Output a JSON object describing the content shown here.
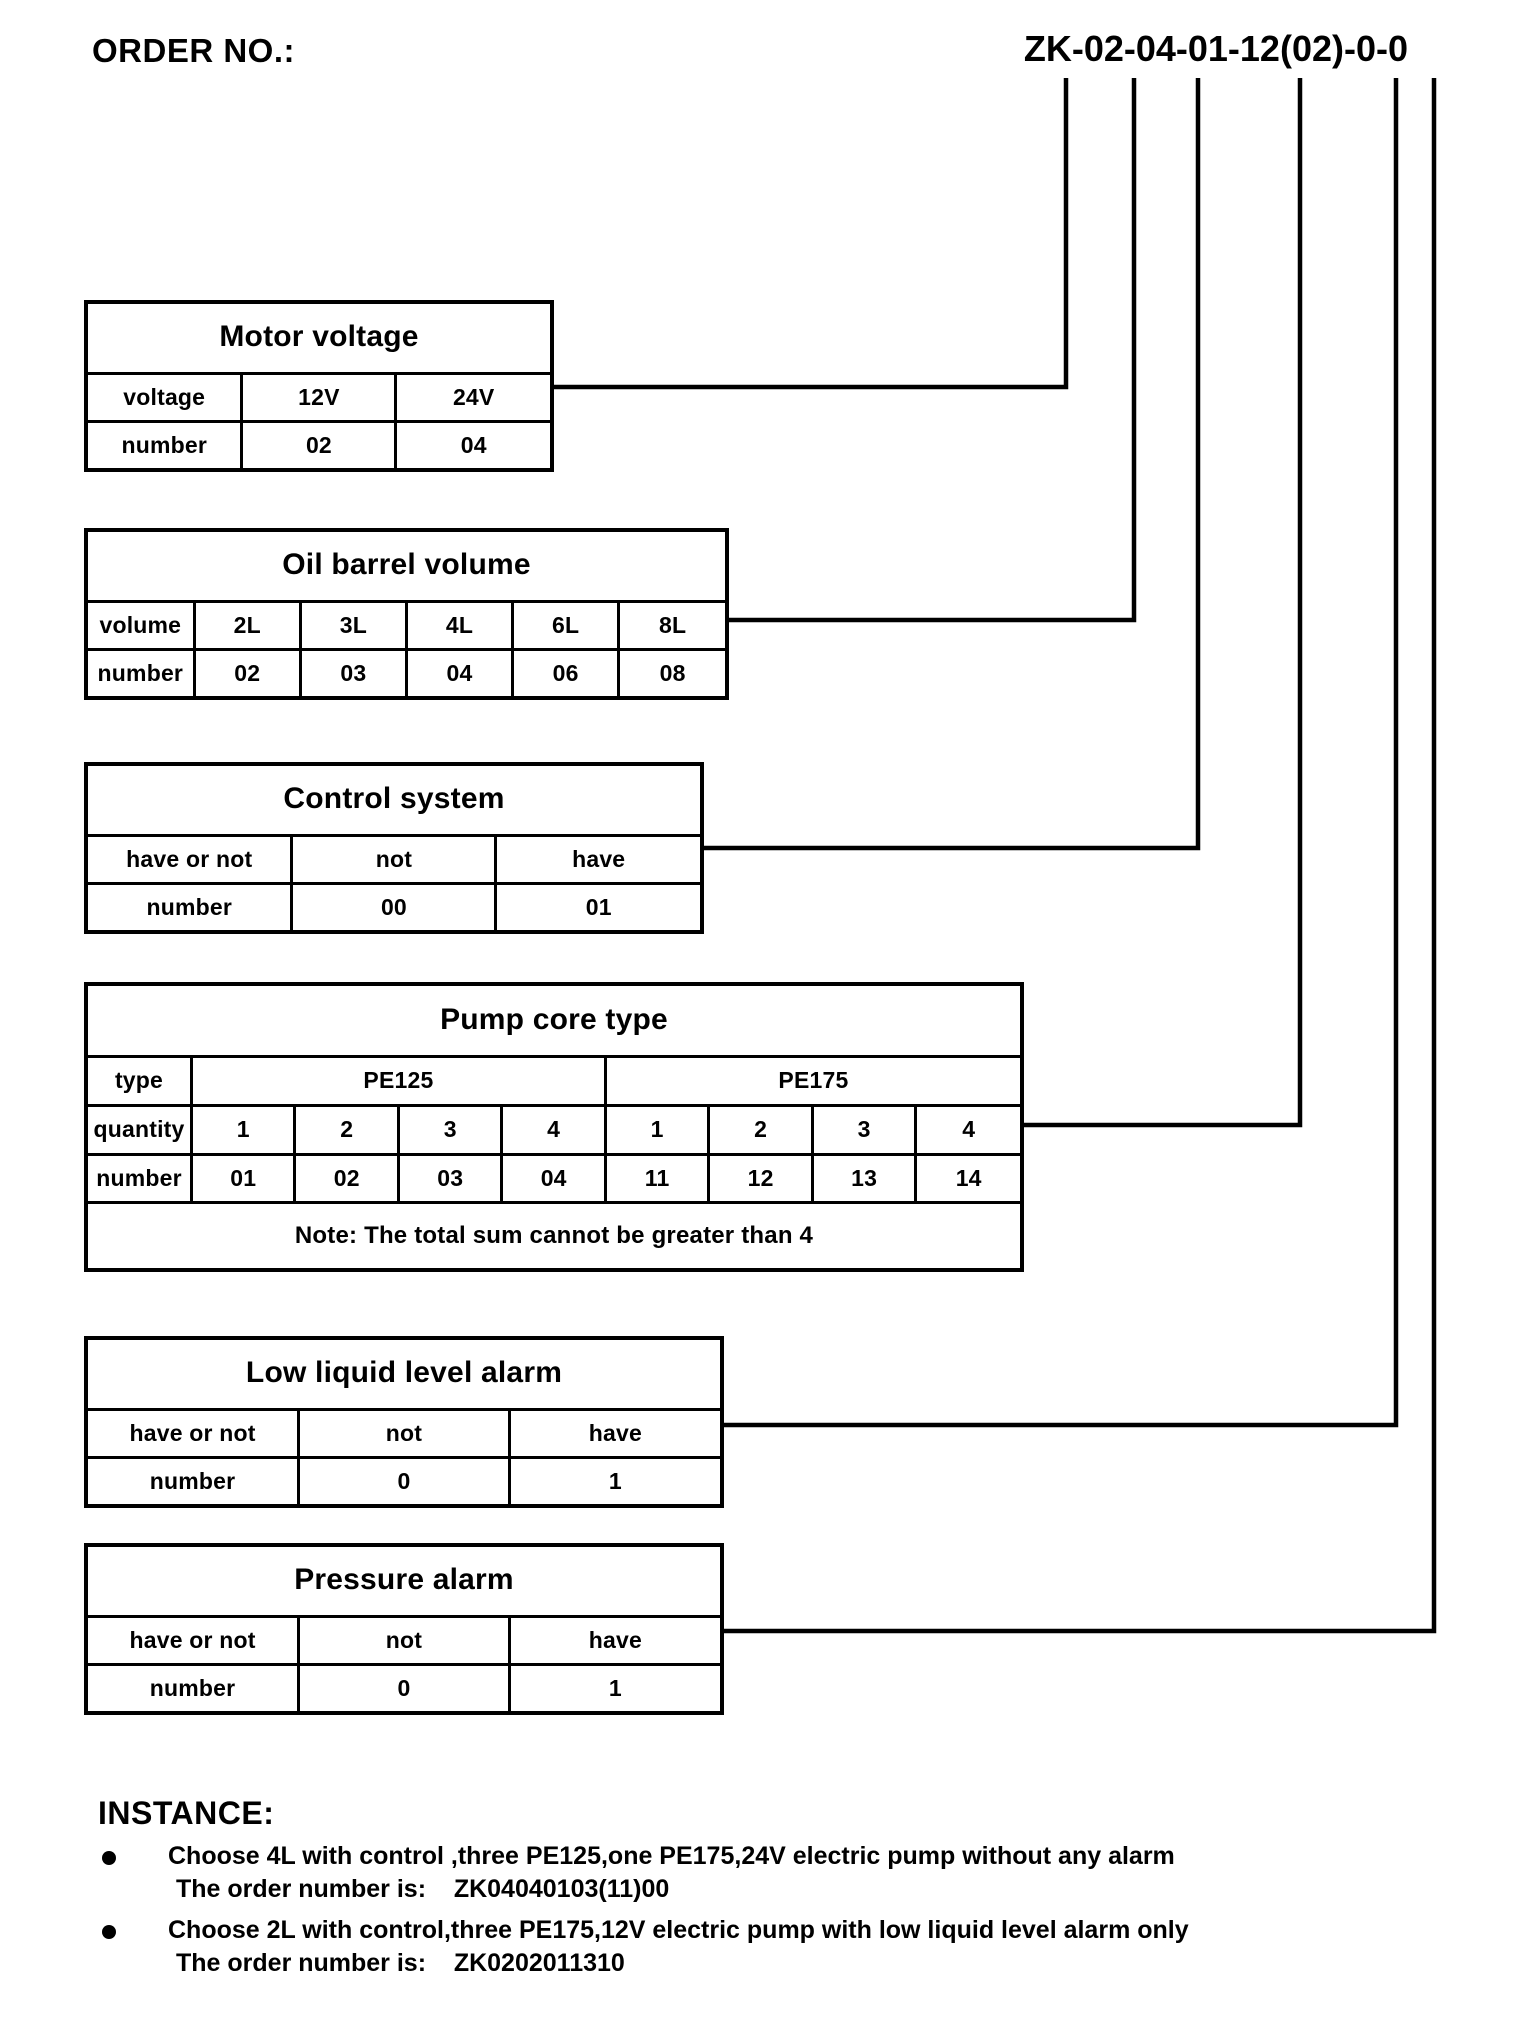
{
  "header": {
    "order_label": "ORDER NO.:",
    "order_code": "ZK-02-04-01-12(02)-0-0"
  },
  "tables": {
    "motor": {
      "title": "Motor voltage",
      "rows": [
        {
          "label": "voltage",
          "cells": [
            "12V",
            "24V"
          ]
        },
        {
          "label": "number",
          "cells": [
            "02",
            "04"
          ]
        }
      ]
    },
    "oil": {
      "title": "Oil barrel volume",
      "rows": [
        {
          "label": "volume",
          "cells": [
            "2L",
            "3L",
            "4L",
            "6L",
            "8L"
          ]
        },
        {
          "label": "number",
          "cells": [
            "02",
            "03",
            "04",
            "06",
            "08"
          ]
        }
      ]
    },
    "control": {
      "title": "Control system",
      "rows": [
        {
          "label": "have or not",
          "cells": [
            "not",
            "have"
          ]
        },
        {
          "label": "number",
          "cells": [
            "00",
            "01"
          ]
        }
      ]
    },
    "pump": {
      "title": "Pump core type",
      "type_label": "type",
      "type_groups": [
        "PE125",
        "PE175"
      ],
      "rows": [
        {
          "label": "quantity",
          "cells": [
            "1",
            "2",
            "3",
            "4",
            "1",
            "2",
            "3",
            "4"
          ]
        },
        {
          "label": "number",
          "cells": [
            "01",
            "02",
            "03",
            "04",
            "11",
            "12",
            "13",
            "14"
          ]
        }
      ],
      "note": "Note: The total sum cannot be greater than 4"
    },
    "low_alarm": {
      "title": "Low liquid level alarm",
      "rows": [
        {
          "label": "have or not",
          "cells": [
            "not",
            "have"
          ]
        },
        {
          "label": "number",
          "cells": [
            "0",
            "1"
          ]
        }
      ]
    },
    "pressure_alarm": {
      "title": "Pressure alarm",
      "rows": [
        {
          "label": "have or not",
          "cells": [
            "not",
            "have"
          ]
        },
        {
          "label": "number",
          "cells": [
            "0",
            "1"
          ]
        }
      ]
    }
  },
  "instance": {
    "title": "INSTANCE:",
    "items": [
      {
        "description": "Choose 4L with control ,three PE125,one PE175,24V electric pump without any alarm",
        "order_line": "The order number is:    ZK04040103(11)00"
      },
      {
        "description": "Choose 2L with control,three PE175,12V electric pump with low liquid level alarm only",
        "order_line": "The order number is:    ZK0202011310"
      }
    ]
  },
  "connectors": {
    "stroke_color": "#000000",
    "count": 6,
    "description": "Elbow leader lines from each order-number segment down to the right edge of the matching spec table"
  }
}
